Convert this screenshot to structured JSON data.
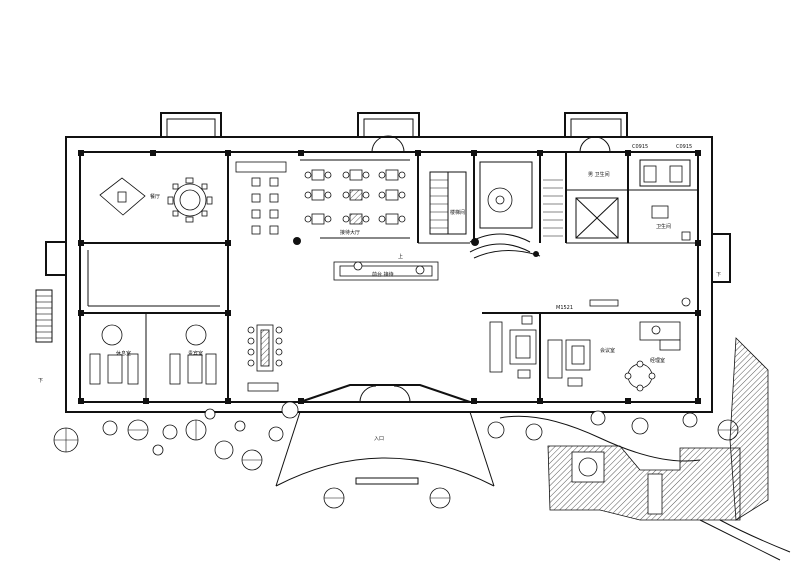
{
  "labels": {
    "door_code_1": "C0915",
    "door_code_2": "C0915",
    "door_code_3": "M1521",
    "room_top_right": "男 卫生间",
    "room_wc": "卫生间",
    "room_center": "接待大厅",
    "room_reception": "前台 接待",
    "room_meeting": "会议室",
    "room_office": "经理室",
    "room_vip": "贵宾室",
    "room_lounge": "休息室",
    "room_dining": "餐厅",
    "stair_label": "楼梯间",
    "entrance_label": "入口",
    "side_label": "下",
    "arrow_label": "上"
  }
}
